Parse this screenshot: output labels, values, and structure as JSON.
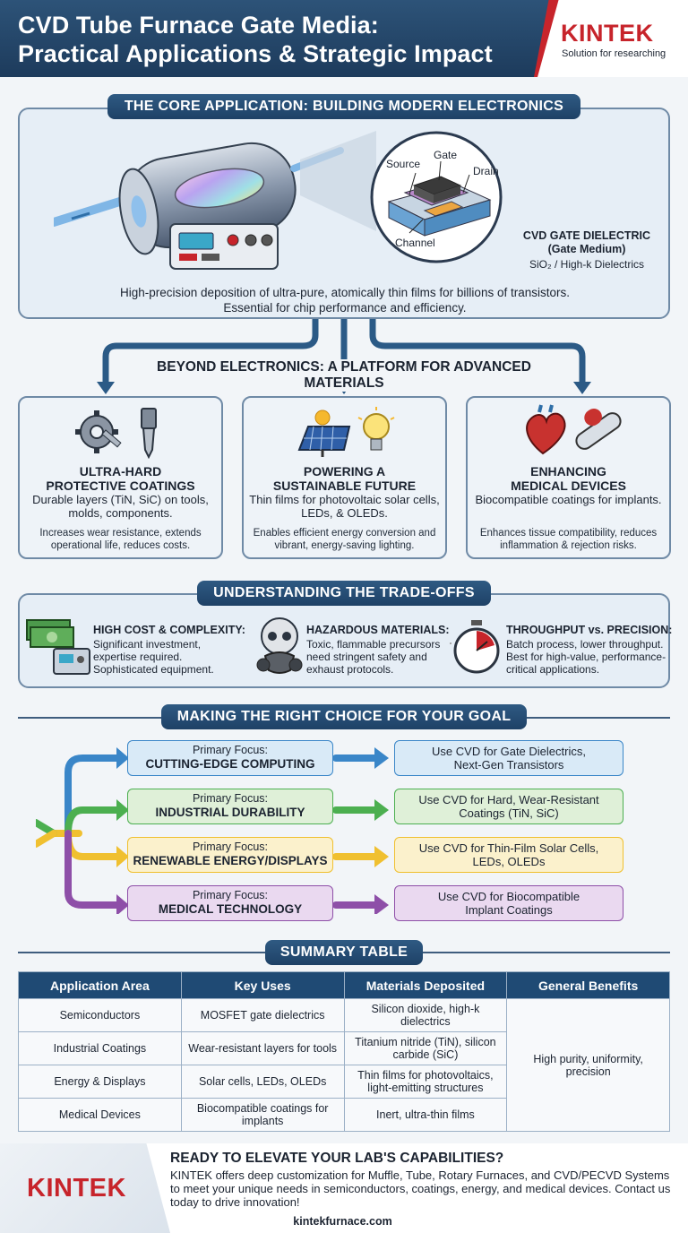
{
  "header": {
    "title_line1": "CVD Tube Furnace Gate Media:",
    "title_line2": "Practical Applications & Strategic Impact",
    "brand": "KINTEK",
    "brand_tagline": "Solution for researching"
  },
  "core": {
    "heading": "THE CORE APPLICATION: BUILDING MODERN ELECTRONICS",
    "transistor_labels": {
      "source": "Source",
      "gate": "Gate",
      "drain": "Drain",
      "channel": "Channel"
    },
    "gate_title_line1": "CVD GATE DIELECTRIC",
    "gate_title_line2": "(Gate Medium)",
    "gate_sub": "SiO₂ / High-k Dielectrics",
    "caption_line1": "High-precision deposition of ultra-pure, atomically thin films for billions of transistors.",
    "caption_line2": "Essential for chip performance and efficiency."
  },
  "beyond": {
    "heading": "BEYOND ELECTRONICS: A PLATFORM FOR ADVANCED MATERIALS",
    "cards": [
      {
        "title_line1": "ULTRA-HARD",
        "title_line2": "PROTECTIVE COATINGS",
        "desc": "Durable layers (TiN, SiC) on tools, molds, components.",
        "note": "Increases wear resistance, extends operational life, reduces costs."
      },
      {
        "title_line1": "POWERING A",
        "title_line2": "SUSTAINABLE FUTURE",
        "desc": "Thin films for photovoltaic solar cells, LEDs, & OLEDs.",
        "note": "Enables efficient energy conversion and vibrant, energy-saving lighting."
      },
      {
        "title_line1": "ENHANCING",
        "title_line2": "MEDICAL DEVICES",
        "desc": "Biocompatible coatings for implants.",
        "note": "Enhances tissue compatibility, reduces inflammation & rejection risks."
      }
    ]
  },
  "tradeoffs": {
    "heading": "UNDERSTANDING THE TRADE-OFFS",
    "items": [
      {
        "title": "HIGH COST & COMPLEXITY:",
        "desc": "Significant investment, expertise required. Sophisticated equipment."
      },
      {
        "title": "HAZARDOUS MATERIALS:",
        "desc": "Toxic, flammable precursors need stringent safety and exhaust protocols."
      },
      {
        "title": "THROUGHPUT vs. PRECISION:",
        "desc": "Batch process, lower throughput. Best for high-value, performance-critical applications."
      }
    ]
  },
  "choice": {
    "heading": "MAKING THE RIGHT CHOICE FOR YOUR GOAL",
    "focus_prefix": "Primary Focus:",
    "rows": [
      {
        "focus": "CUTTING-EDGE COMPUTING",
        "use_line1": "Use CVD for Gate Dielectrics,",
        "use_line2": "Next-Gen Transistors",
        "color": "#3a86c8",
        "bg": "#d9eaf7"
      },
      {
        "focus": "INDUSTRIAL DURABILITY",
        "use_line1": "Use CVD for Hard, Wear-Resistant",
        "use_line2": "Coatings (TiN, SiC)",
        "color": "#4caf50",
        "bg": "#dff0d8"
      },
      {
        "focus": "RENEWABLE ENERGY/DISPLAYS",
        "use_line1": "Use CVD for Thin-Film Solar Cells,",
        "use_line2": "LEDs, OLEDs",
        "color": "#f0c030",
        "bg": "#fbf1cc"
      },
      {
        "focus": "MEDICAL TECHNOLOGY",
        "use_line1": "Use CVD for Biocompatible",
        "use_line2": "Implant Coatings",
        "color": "#8e4fa8",
        "bg": "#ead9f0"
      }
    ]
  },
  "summary": {
    "heading": "SUMMARY TABLE",
    "columns": [
      "Application Area",
      "Key Uses",
      "Materials Deposited",
      "General Benefits"
    ],
    "rows": [
      [
        "Semiconductors",
        "MOSFET gate dielectrics",
        "Silicon dioxide, high-k dielectrics"
      ],
      [
        "Industrial Coatings",
        "Wear-resistant layers for tools",
        "Titanium nitride (TiN), silicon carbide (SiC)"
      ],
      [
        "Energy & Displays",
        "Solar cells, LEDs, OLEDs",
        "Thin films for photovoltaics, light-emitting structures"
      ],
      [
        "Medical Devices",
        "Biocompatible coatings for implants",
        "Inert, ultra-thin films"
      ]
    ],
    "benefits": "High purity, uniformity, precision"
  },
  "footer": {
    "brand": "KINTEK",
    "title": "READY TO ELEVATE YOUR LAB'S CAPABILITIES?",
    "text": "KINTEK offers deep customization for Muffle, Tube, Rotary Furnaces, and CVD/PECVD Systems to meet your unique needs in semiconductors, coatings, energy, and medical devices. Contact us today to drive innovation!",
    "url": "kintekfurnace.com"
  }
}
